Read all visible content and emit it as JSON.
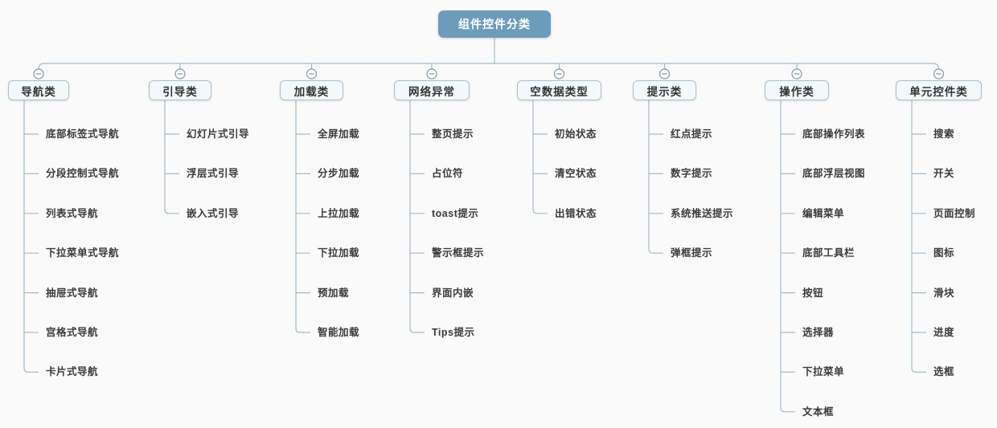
{
  "diagram": {
    "root": {
      "label": "组件控件分类"
    },
    "branches": [
      {
        "label": "导航类",
        "children": [
          "底部标签式导航",
          "分段控制式导航",
          "列表式导航",
          "下拉菜单式导航",
          "抽屉式导航",
          "宫格式导航",
          "卡片式导航"
        ]
      },
      {
        "label": "引导类",
        "children": [
          "幻灯片式引导",
          "浮层式引导",
          "嵌入式引导"
        ]
      },
      {
        "label": "加载类",
        "children": [
          "全屏加载",
          "分步加载",
          "上拉加载",
          "下拉加载",
          "预加载",
          "智能加载"
        ]
      },
      {
        "label": "网络异常",
        "children": [
          "整页提示",
          "占位符",
          "toast提示",
          "警示框提示",
          "界面内嵌",
          "Tips提示"
        ]
      },
      {
        "label": "空数据类型",
        "children": [
          "初始状态",
          "清空状态",
          "出错状态"
        ]
      },
      {
        "label": "提示类",
        "children": [
          "红点提示",
          "数字提示",
          "系统推送提示",
          "弹框提示"
        ]
      },
      {
        "label": "操作类",
        "children": [
          "底部操作列表",
          "底部浮层视图",
          "编辑菜单",
          "底部工具栏",
          "按钮",
          "选择器",
          "下拉菜单",
          "文本框"
        ]
      },
      {
        "label": "单元控件类",
        "children": [
          "搜索",
          "开关",
          "页面控制",
          "图标",
          "滑块",
          "进度",
          "选框"
        ]
      }
    ],
    "icons": {
      "branch_toggle": "minus-circle-icon"
    },
    "colors": {
      "root_fill": "#6d9cb9",
      "root_text": "#ffffff",
      "node_fill": "#f4f8fa",
      "node_border": "#a9c0cf",
      "line": "#a5bac8",
      "toggle": "#8b959c",
      "text": "#3a3a3a",
      "background": "#fafafa"
    }
  }
}
